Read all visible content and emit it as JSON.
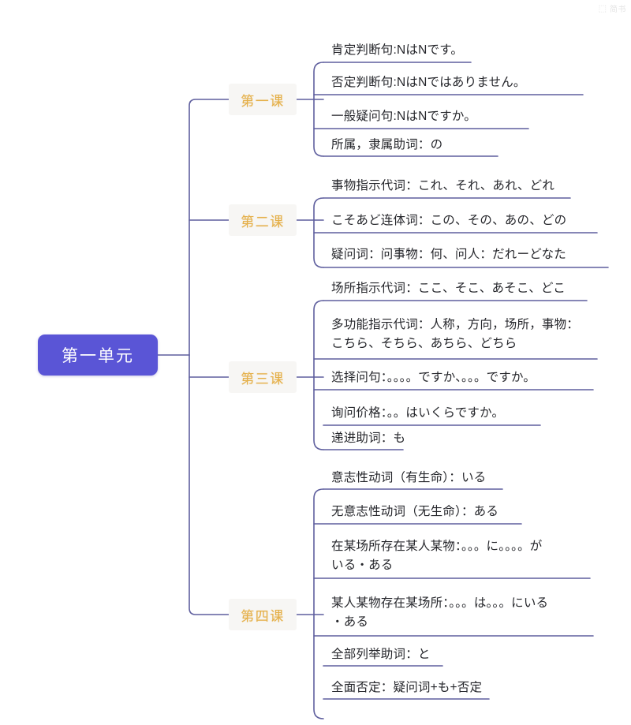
{
  "watermark": {
    "glyph": "⬚",
    "text": "简书"
  },
  "colors": {
    "root_bg": "#5a55d6",
    "root_text": "#ffffff",
    "branch_text": "#e5b04a",
    "branch_bg": "#f7f6f4",
    "connector": "#5f5f9e",
    "leaf_text": "#25262b",
    "page_bg": "#ffffff"
  },
  "root": {
    "label": "第一单元"
  },
  "branches": [
    {
      "label": "第一课",
      "leaves": [
        {
          "text": "肯定判断句:NはNです。"
        },
        {
          "text": "否定判断句:NはNではありません。"
        },
        {
          "text": "一般疑问句:NはNですか。"
        },
        {
          "text": "所属，隶属助词：の"
        }
      ]
    },
    {
      "label": "第二课",
      "leaves": [
        {
          "text": "事物指示代词：これ、それ、あれ、どれ"
        },
        {
          "text": "こそあど连体词：この、その、あの、どの"
        },
        {
          "text": "疑问词：问事物：何、问人：だれーどなた"
        }
      ]
    },
    {
      "label": "第三课",
      "leaves": [
        {
          "text": "场所指示代词：ここ、そこ、あそこ、どこ"
        },
        {
          "text": "多功能指示代词：人称，方向，场所，事物：\nこちら、そちら、あちら、どちら"
        },
        {
          "text": "选择问句：。。。。ですか、。。。ですか。"
        },
        {
          "text": "询问价格：。。はいくらですか。"
        },
        {
          "text": "递进助词：も"
        }
      ]
    },
    {
      "label": "第四课",
      "leaves": [
        {
          "text": "意志性动词（有生命）：いる"
        },
        {
          "text": "无意志性动词（无生命）：ある"
        },
        {
          "text": "在某场所存在某人某物：。。。に。。。。が\nいる・ある"
        },
        {
          "text": "某人某物存在某场所：。。。は。。。にいる\n・ある"
        },
        {
          "text": "全部列举助词：と"
        },
        {
          "text": "全面否定：疑问词+も+否定"
        }
      ]
    }
  ]
}
